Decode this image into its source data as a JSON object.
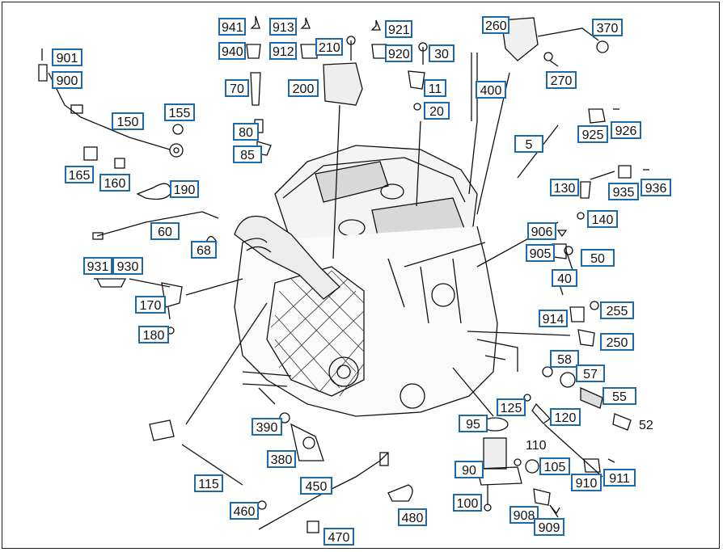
{
  "labels": {
    "l941": "941",
    "l913": "913",
    "l921": "921",
    "l260": "260",
    "l370": "370",
    "l940": "940",
    "l912": "912",
    "l210": "210",
    "l920": "920",
    "l30": "30",
    "l901": "901",
    "l900": "900",
    "l70": "70",
    "l200": "200",
    "l11": "11",
    "l400": "400",
    "l270": "270",
    "l20": "20",
    "l150": "150",
    "l155": "155",
    "l80": "80",
    "l85": "85",
    "l925": "925",
    "l926": "926",
    "l5": "5",
    "l165": "165",
    "l160": "160",
    "l190": "190",
    "l130": "130",
    "l935": "935",
    "l936": "936",
    "l140": "140",
    "l60": "60",
    "l906": "906",
    "l68": "68",
    "l905": "905",
    "l50": "50",
    "l931": "931",
    "l930": "930",
    "l40": "40",
    "l170": "170",
    "l914": "914",
    "l255": "255",
    "l180": "180",
    "l250": "250",
    "l58": "58",
    "l57": "57",
    "l55": "55",
    "l125": "125",
    "l52": "52",
    "l95": "95",
    "l120": "120",
    "l390": "390",
    "l110": "110",
    "l380": "380",
    "l90": "90",
    "l105": "105",
    "l911": "911",
    "l115": "115",
    "l450": "450",
    "l910": "910",
    "l100": "100",
    "l460": "460",
    "l480": "480",
    "l908": "908",
    "l909": "909",
    "l470": "470"
  }
}
